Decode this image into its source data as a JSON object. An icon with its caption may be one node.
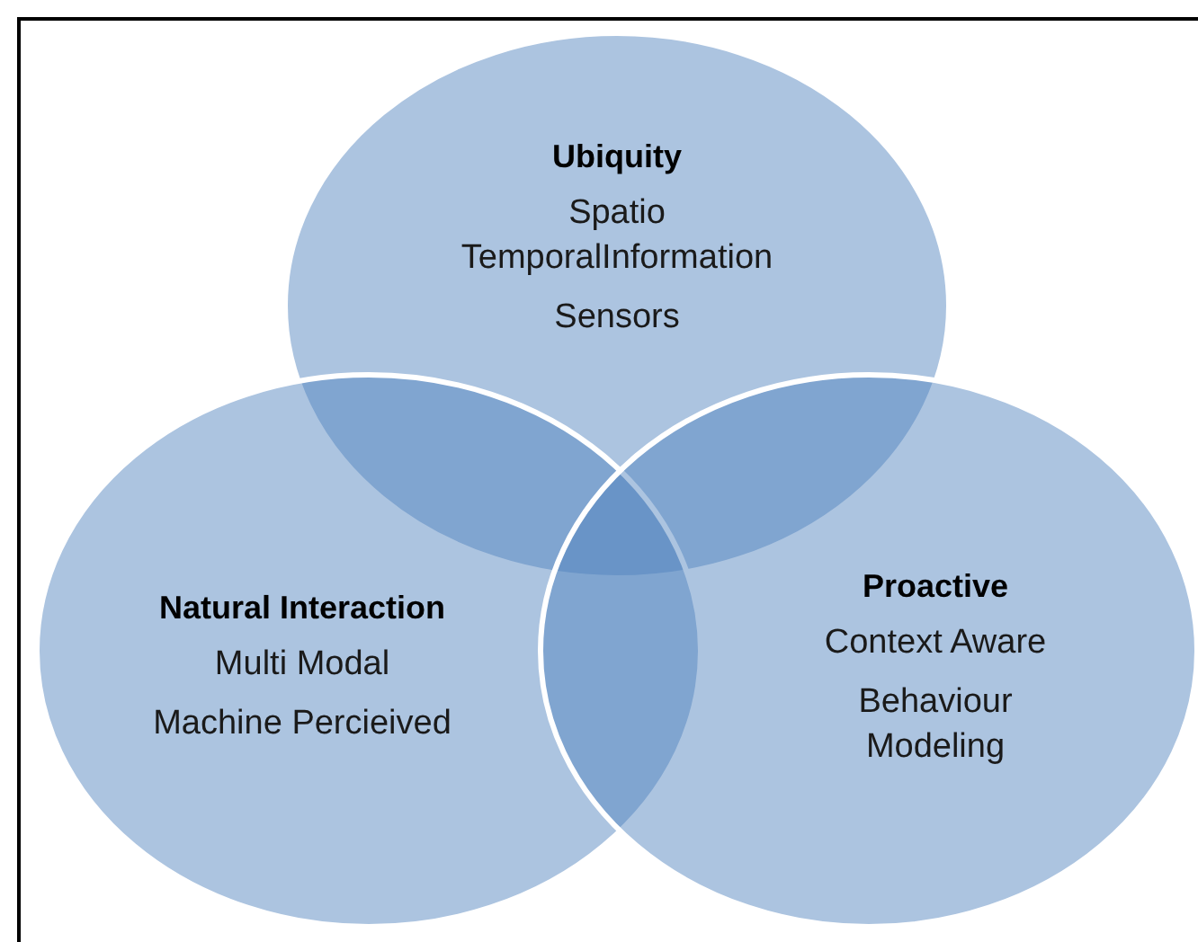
{
  "diagram": {
    "nodes": [
      {
        "text": [
          "Ubiquity",
          "Spatio TemporalInformation",
          "Sensors"
        ]
      },
      {
        "text": [
          "Natural Interaction",
          "Multi Modal",
          "Machine Percieived"
        ]
      },
      {
        "text": [
          "Proactive",
          "Context Aware",
          "Behaviour Modeling"
        ]
      }
    ]
  }
}
